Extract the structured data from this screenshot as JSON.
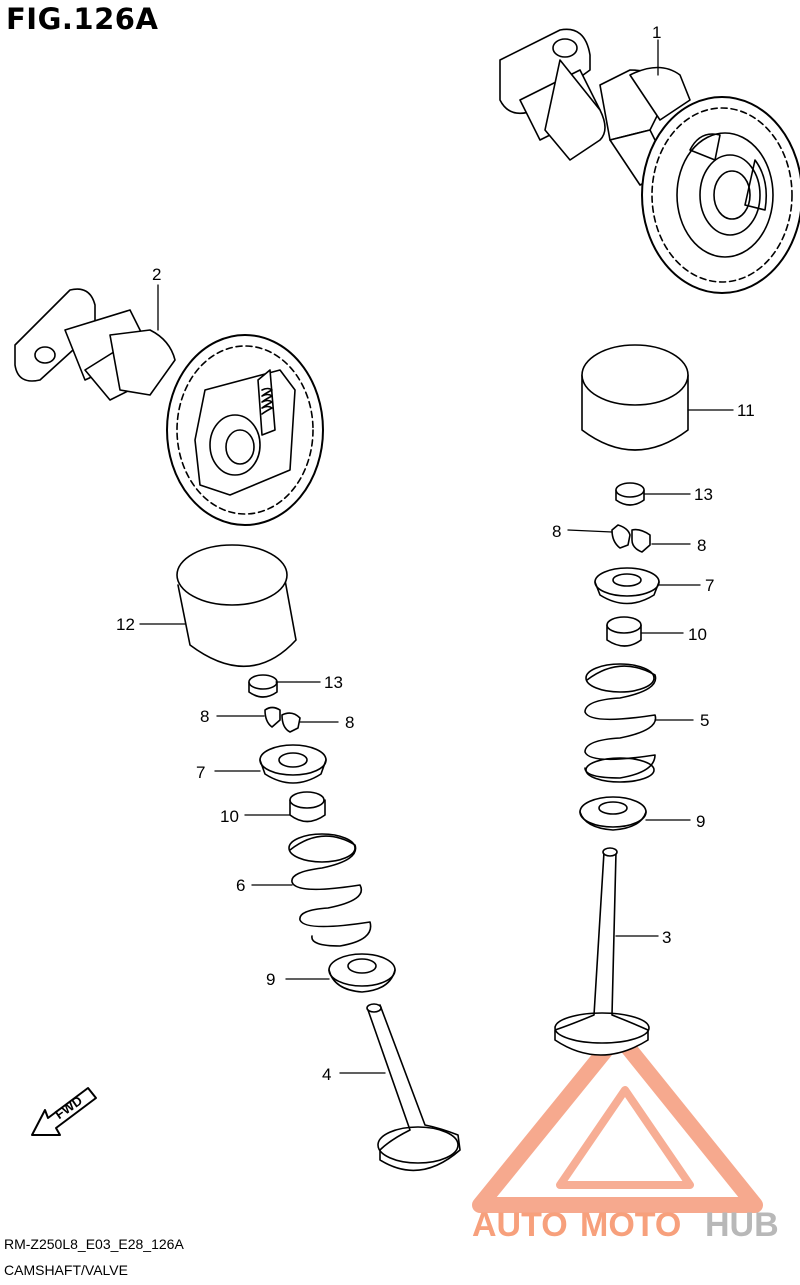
{
  "figure": {
    "title": "FIG.126A",
    "code": "RM-Z250L8_E03_E28_126A",
    "subtitle": "CAMSHAFT/VALVE"
  },
  "fwd_label": "FWD",
  "watermark": {
    "part1": "AUTO",
    "part2": "MOTO",
    "part3": "HUB",
    "color_primary": "#f7a07c",
    "color_secondary": "#b8b8b8"
  },
  "callouts": [
    {
      "id": "c1",
      "num": "1"
    },
    {
      "id": "c2",
      "num": "2"
    },
    {
      "id": "c11",
      "num": "11"
    },
    {
      "id": "c13a",
      "num": "13"
    },
    {
      "id": "c8a",
      "num": "8"
    },
    {
      "id": "c8b",
      "num": "8"
    },
    {
      "id": "c7a",
      "num": "7"
    },
    {
      "id": "c10a",
      "num": "10"
    },
    {
      "id": "c5",
      "num": "5"
    },
    {
      "id": "c9a",
      "num": "9"
    },
    {
      "id": "c3",
      "num": "3"
    },
    {
      "id": "c12",
      "num": "12"
    },
    {
      "id": "c13b",
      "num": "13"
    },
    {
      "id": "c8c",
      "num": "8"
    },
    {
      "id": "c8d",
      "num": "8"
    },
    {
      "id": "c7b",
      "num": "7"
    },
    {
      "id": "c10b",
      "num": "10"
    },
    {
      "id": "c6",
      "num": "6"
    },
    {
      "id": "c9b",
      "num": "9"
    },
    {
      "id": "c4",
      "num": "4"
    }
  ]
}
